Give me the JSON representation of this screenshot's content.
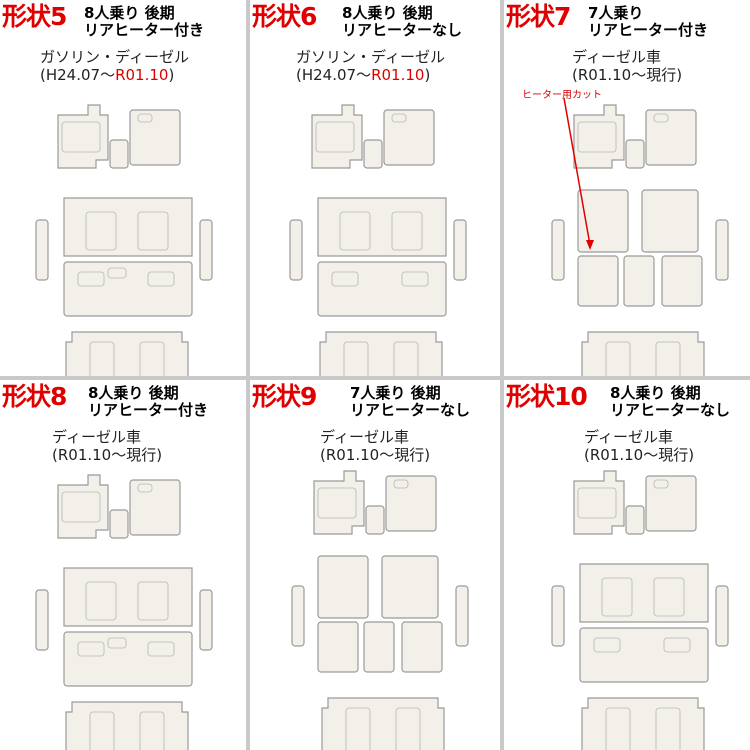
{
  "colors": {
    "label_red": "#e00000",
    "divider": "#c9c9c9",
    "mat_fill": "#f3f0ea",
    "mat_stroke": "#9a9a9a"
  },
  "panels": [
    {
      "label": "形状5",
      "desc_line1": "8人乗り 後期",
      "desc_line2": "リアヒーター付き",
      "vehicle_line1": "ガソリン・ディーゼル",
      "vehicle_prefix": "(H24.07～",
      "vehicle_red": "R01.10",
      "vehicle_suffix": ")"
    },
    {
      "label": "形状6",
      "desc_line1": "8人乗り 後期",
      "desc_line2": "リアヒーターなし",
      "vehicle_line1": "ガソリン・ディーゼル",
      "vehicle_prefix": "(H24.07～",
      "vehicle_red": "R01.10",
      "vehicle_suffix": ")"
    },
    {
      "label": "形状7",
      "desc_line1": "7人乗り",
      "desc_line2": "リアヒーター付き",
      "vehicle_line1": "ディーゼル車",
      "vehicle_line2": "(R01.10～現行)",
      "cut_note": "ヒーター用カット"
    },
    {
      "label": "形状8",
      "desc_line1": "8人乗り 後期",
      "desc_line2": "リアヒーター付き",
      "vehicle_line1": "ディーゼル車",
      "vehicle_line2": "(R01.10～現行)"
    },
    {
      "label": "形状9",
      "desc_line1": "7人乗り 後期",
      "desc_line2": "リアヒーターなし",
      "vehicle_line1": "ディーゼル車",
      "vehicle_line2": "(R01.10～現行)"
    },
    {
      "label": "形状10",
      "desc_line1": "8人乗り 後期",
      "desc_line2": "リアヒーターなし",
      "vehicle_line1": "ディーゼル車",
      "vehicle_line2": "(R01.10～現行)"
    }
  ]
}
